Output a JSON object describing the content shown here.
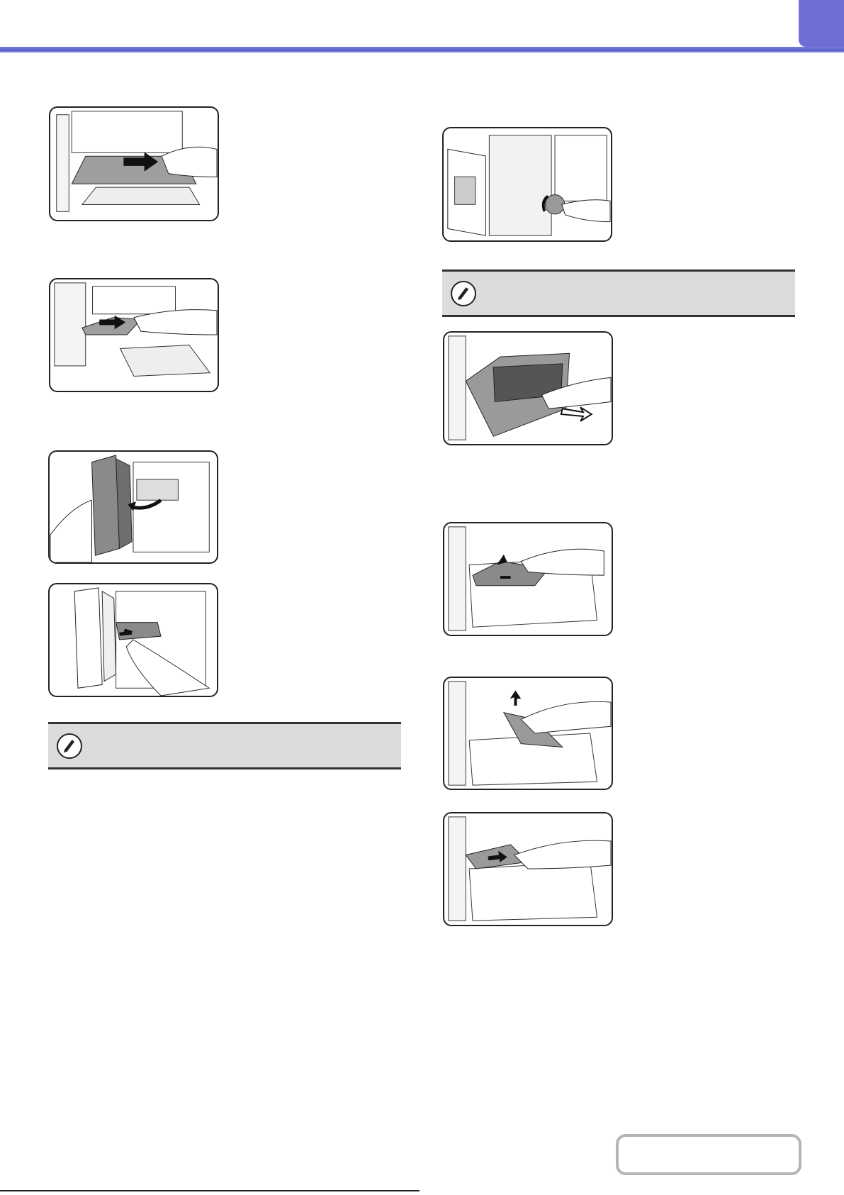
{
  "header": {
    "accent_color": "#5a5fc9",
    "corner_color": "#6d6fd6"
  },
  "illustrations": [
    "bypass-tray-paper-removal",
    "bypass-tray-misfeed-removal",
    "side-cover-opening",
    "side-cover-paper-removal",
    "fusing-area-knob-rotation",
    "tray-pull-out",
    "tray-inner-cover-lift",
    "tray-paper-lift-removal",
    "tray-paper-pull-removal"
  ],
  "notes": [
    "note-icon",
    "note-icon"
  ],
  "nav": {
    "button_icon": "page-nav-button"
  }
}
